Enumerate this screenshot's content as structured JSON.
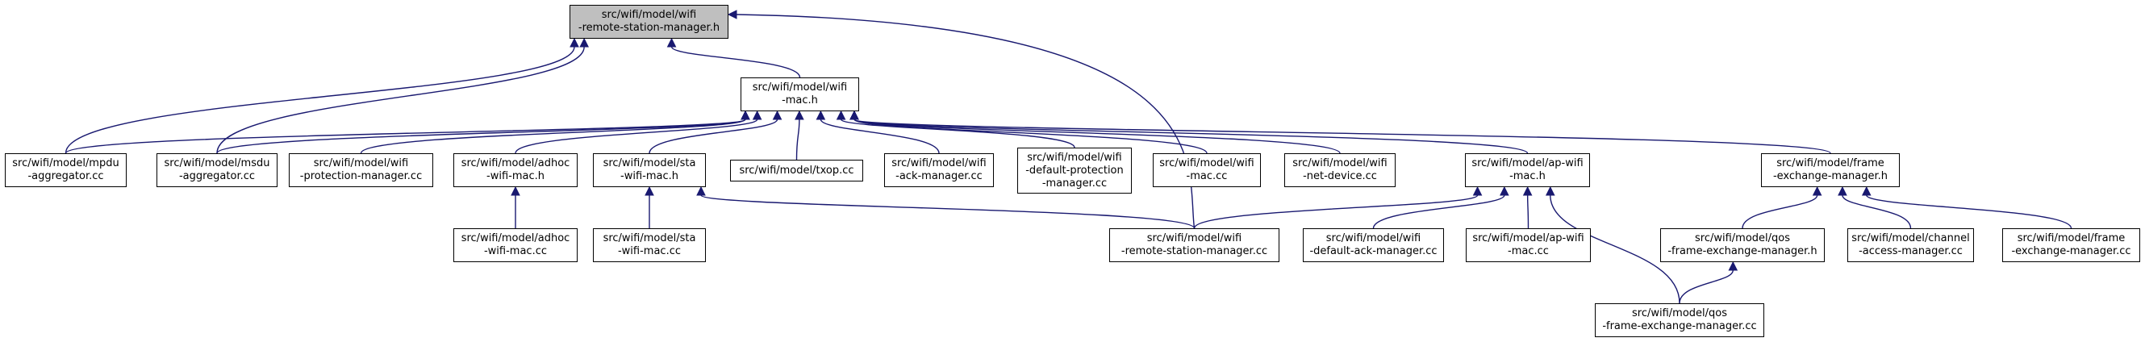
{
  "colors": {
    "edge": "#191970",
    "node_border": "#000000",
    "root_fill": "#bfbfbf",
    "node_fill": "#ffffff"
  },
  "nodes": {
    "root": {
      "line1": "src/wifi/model/wifi",
      "line2": "-remote-station-manager.h"
    },
    "wifi_mac_h": {
      "line1": "src/wifi/model/wifi",
      "line2": "-mac.h"
    },
    "mpdu_agg": {
      "line1": "src/wifi/model/mpdu",
      "line2": "-aggregator.cc"
    },
    "msdu_agg": {
      "line1": "src/wifi/model/msdu",
      "line2": "-aggregator.cc"
    },
    "prot_mgr": {
      "line1": "src/wifi/model/wifi",
      "line2": "-protection-manager.cc"
    },
    "adhoc_h": {
      "line1": "src/wifi/model/adhoc",
      "line2": "-wifi-mac.h"
    },
    "sta_h": {
      "line1": "src/wifi/model/sta",
      "line2": "-wifi-mac.h"
    },
    "txop": {
      "line1": "src/wifi/model/txop.cc"
    },
    "ack_mgr": {
      "line1": "src/wifi/model/wifi",
      "line2": "-ack-manager.cc"
    },
    "def_prot": {
      "line1": "src/wifi/model/wifi",
      "line2": "-default-protection",
      "line3": "-manager.cc"
    },
    "wifi_mac_cc": {
      "line1": "src/wifi/model/wifi",
      "line2": "-mac.cc"
    },
    "net_dev": {
      "line1": "src/wifi/model/wifi",
      "line2": "-net-device.cc"
    },
    "ap_h": {
      "line1": "src/wifi/model/ap-wifi",
      "line2": "-mac.h"
    },
    "fem_h": {
      "line1": "src/wifi/model/frame",
      "line2": "-exchange-manager.h"
    },
    "adhoc_cc": {
      "line1": "src/wifi/model/adhoc",
      "line2": "-wifi-mac.cc"
    },
    "sta_cc": {
      "line1": "src/wifi/model/sta",
      "line2": "-wifi-mac.cc"
    },
    "rsm_cc": {
      "line1": "src/wifi/model/wifi",
      "line2": "-remote-station-manager.cc"
    },
    "def_ack": {
      "line1": "src/wifi/model/wifi",
      "line2": "-default-ack-manager.cc"
    },
    "ap_cc": {
      "line1": "src/wifi/model/ap-wifi",
      "line2": "-mac.cc"
    },
    "qos_h": {
      "line1": "src/wifi/model/qos",
      "line2": "-frame-exchange-manager.h"
    },
    "chan_acc": {
      "line1": "src/wifi/model/channel",
      "line2": "-access-manager.cc"
    },
    "fem_cc": {
      "line1": "src/wifi/model/frame",
      "line2": "-exchange-manager.cc"
    },
    "qos_cc": {
      "line1": "src/wifi/model/qos",
      "line2": "-frame-exchange-manager.cc"
    }
  },
  "edges": [
    [
      "mpdu_agg",
      "root"
    ],
    [
      "msdu_agg",
      "root"
    ],
    [
      "wifi_mac_h",
      "root"
    ],
    [
      "rsm_cc",
      "root"
    ],
    [
      "mpdu_agg",
      "wifi_mac_h"
    ],
    [
      "msdu_agg",
      "wifi_mac_h"
    ],
    [
      "prot_mgr",
      "wifi_mac_h"
    ],
    [
      "adhoc_h",
      "wifi_mac_h"
    ],
    [
      "sta_h",
      "wifi_mac_h"
    ],
    [
      "txop",
      "wifi_mac_h"
    ],
    [
      "ack_mgr",
      "wifi_mac_h"
    ],
    [
      "def_prot",
      "wifi_mac_h"
    ],
    [
      "wifi_mac_cc",
      "wifi_mac_h"
    ],
    [
      "net_dev",
      "wifi_mac_h"
    ],
    [
      "ap_h",
      "wifi_mac_h"
    ],
    [
      "fem_h",
      "wifi_mac_h"
    ],
    [
      "adhoc_cc",
      "adhoc_h"
    ],
    [
      "sta_cc",
      "sta_h"
    ],
    [
      "rsm_cc",
      "sta_h"
    ],
    [
      "rsm_cc",
      "ap_h"
    ],
    [
      "def_ack",
      "ap_h"
    ],
    [
      "ap_cc",
      "ap_h"
    ],
    [
      "qos_cc",
      "ap_h"
    ],
    [
      "qos_h",
      "fem_h"
    ],
    [
      "chan_acc",
      "fem_h"
    ],
    [
      "fem_cc",
      "fem_h"
    ],
    [
      "qos_cc",
      "qos_h"
    ]
  ]
}
